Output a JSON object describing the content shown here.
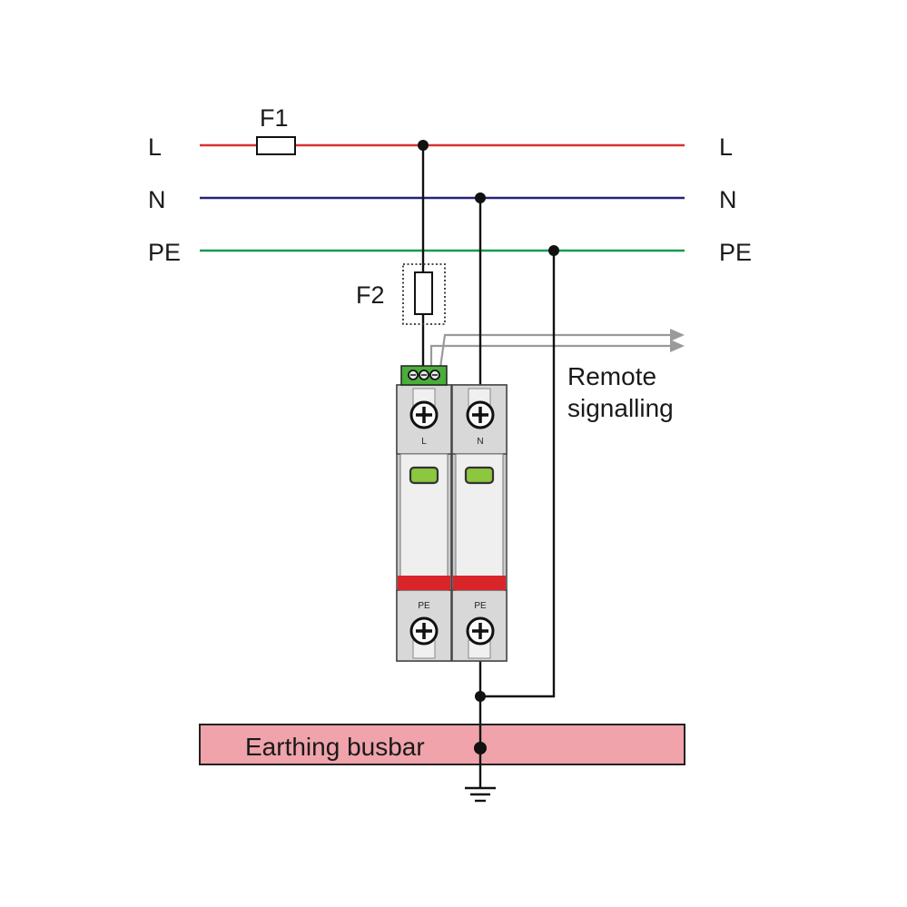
{
  "lines": {
    "l": {
      "left_label": "L",
      "right_label": "L",
      "color": "#d8322f"
    },
    "n": {
      "left_label": "N",
      "right_label": "N",
      "color": "#23237a"
    },
    "pe": {
      "left_label": "PE",
      "right_label": "PE",
      "color": "#149a52"
    }
  },
  "fuses": {
    "f1": "F1",
    "f2": "F2"
  },
  "signalling": {
    "line1": "Remote",
    "line2": "signalling",
    "color": "#9a9a9a"
  },
  "modules": {
    "left": {
      "top_label": "L",
      "bottom_label": "PE"
    },
    "right": {
      "top_label": "N",
      "bottom_label": "PE"
    },
    "indicator_color": "#8dc63f",
    "stripe_color": "#d9252a",
    "terminal_block_color": "#4aae3a"
  },
  "busbar": {
    "label": "Earthing busbar",
    "color": "#f0a3ab"
  },
  "wire_color": "#111111"
}
